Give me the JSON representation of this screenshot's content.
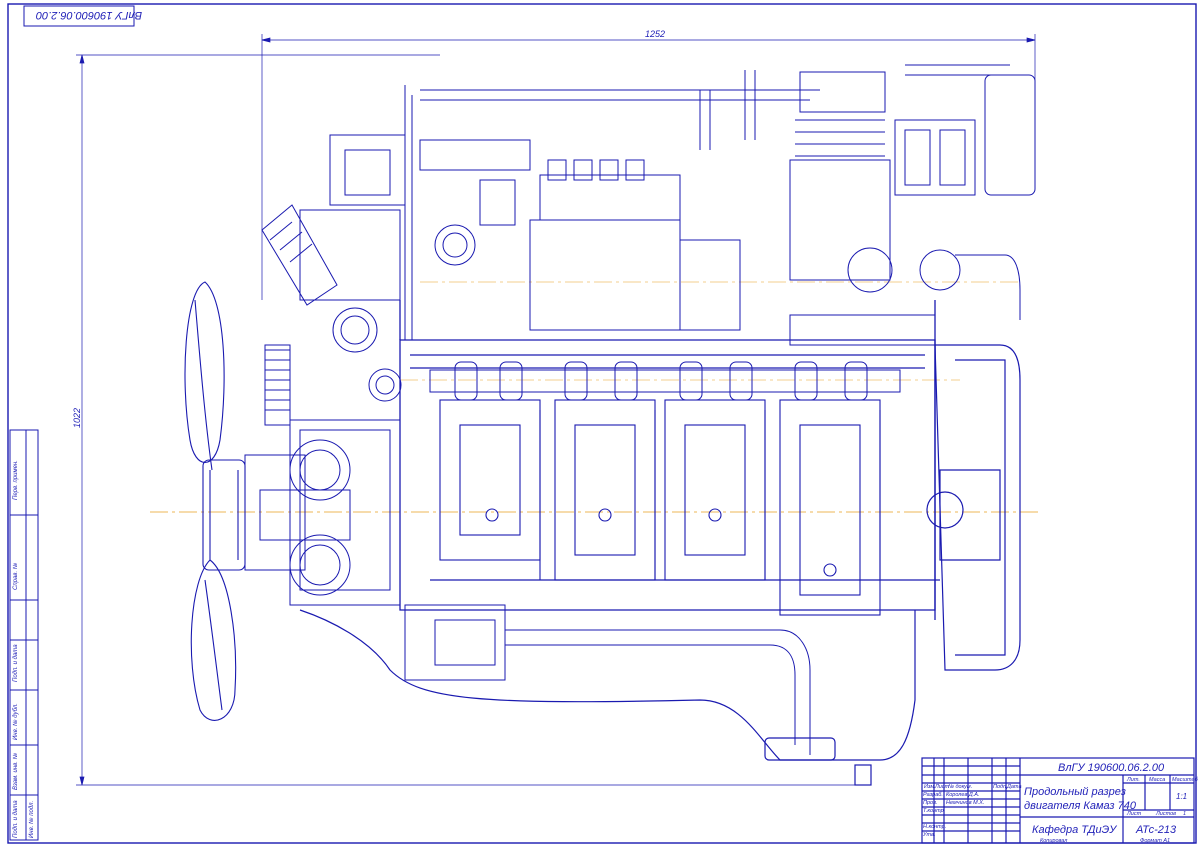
{
  "sheet": {
    "ink_color": "#1a1ab0",
    "centerline_color": "#e8a020",
    "corner_code": "ВлГУ 190600.06.2.00",
    "dim_horizontal": "1252",
    "dim_vertical": "1022"
  },
  "side_strip": {
    "labels": [
      "Перв. примен.",
      "Справ. №",
      "Подп. и дата",
      "Инв. № дубл.",
      "Взам. инв. №",
      "Подп. и дата",
      "Инв. № подл."
    ]
  },
  "title_block": {
    "doc_code": "ВлГУ 190600.06.2.00",
    "title_line1": "Продольный разрез",
    "title_line2": "двигателя Камаз 740",
    "department": "Кафедра ТДиЭУ",
    "group": "АТс-213",
    "col_headers": [
      "Изм.",
      "Лист",
      "№ докум.",
      "Подп.",
      "Дата"
    ],
    "roles": [
      "Разраб.",
      "Пров.",
      "Т.контр.",
      "Н.контр.",
      "Утв."
    ],
    "names": [
      "Королев Д.А.",
      "Немчинов М.Х."
    ],
    "lit_label": "Лит.",
    "mass_label": "Масса",
    "scale_label": "Масштаб",
    "scale_value": "1:1",
    "sheet_label": "Лист",
    "sheets_label": "Листов",
    "sheets_value": "1",
    "copied": "Копировал",
    "format": "Формат   А1"
  }
}
